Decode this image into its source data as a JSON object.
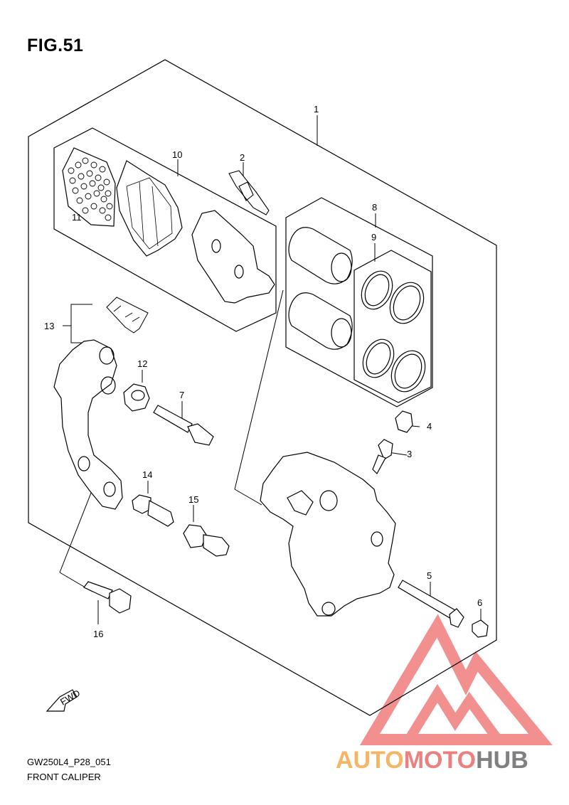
{
  "figure": {
    "title": "FIG.51",
    "code": "GW250L4_P28_051",
    "caption": "FRONT CALIPER"
  },
  "callouts": {
    "c1": "1",
    "c2": "2",
    "c3": "3",
    "c4": "4",
    "c5": "5",
    "c6": "6",
    "c7": "7",
    "c8": "8",
    "c9": "9",
    "c10": "10",
    "c11": "11",
    "c12": "12",
    "c13": "13",
    "c14": "14",
    "c15": "15",
    "c16": "16"
  },
  "fwd_label": "FWD",
  "watermark": {
    "part1": "AUTO",
    "part2": "MOTO",
    "part3": "HUB",
    "colors": {
      "orange": "#f5a94a",
      "red": "#e96b6b",
      "gray": "#6b6b6b"
    }
  }
}
